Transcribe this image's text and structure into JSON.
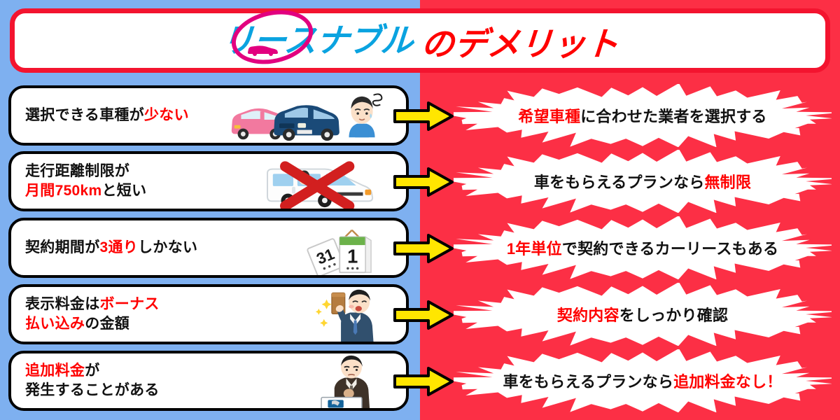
{
  "colors": {
    "left_bg": "#7eb0f0",
    "right_bg": "#fc2f45",
    "title_border": "#f3142f",
    "logo_blue": "#0aa3e0",
    "logo_pink": "#e2007f",
    "highlight_red": "#ff0000",
    "arrow_yellow": "#ffe600",
    "text_black": "#111111",
    "burst_white": "#ffffff"
  },
  "header": {
    "logo_text": "リースナブル",
    "logo_icon": "car-oval-logo",
    "suffix": "のデメリット",
    "full_title": "リースナブルのデメリット"
  },
  "rows": [
    {
      "id": "row-car-selection",
      "left": {
        "lines": [
          [
            {
              "t": "選択できる車種が",
              "hl": false
            },
            {
              "t": "少ない",
              "hl": true
            }
          ]
        ],
        "art": "two-cars-and-worried-man-illustration",
        "art_label": "ピンクの車・青い車・困った男性"
      },
      "arrow": "arrow-right-icon",
      "right": {
        "parts": [
          {
            "t": "希望車種",
            "hl": true
          },
          {
            "t": "に合わせた業者を選択する",
            "hl": false
          }
        ],
        "full": "希望車種に合わせた業者を選択する"
      }
    },
    {
      "id": "row-mileage-limit",
      "left": {
        "lines": [
          [
            {
              "t": "走行距離制限が",
              "hl": false
            }
          ],
          [
            {
              "t": "月間750km",
              "hl": true
            },
            {
              "t": "と短い",
              "hl": false
            }
          ]
        ],
        "art": "white-van-with-red-cross-illustration",
        "art_label": "白いバンに赤いバツ印"
      },
      "arrow": "arrow-right-icon",
      "right": {
        "parts": [
          {
            "t": "車をもらえるプランなら",
            "hl": false
          },
          {
            "t": "無制限",
            "hl": true
          }
        ],
        "full": "車をもらえるプランなら無制限"
      }
    },
    {
      "id": "row-contract-period",
      "left": {
        "lines": [
          [
            {
              "t": "契約期間が",
              "hl": false
            },
            {
              "t": "3通り",
              "hl": true
            },
            {
              "t": "しかない",
              "hl": false
            }
          ]
        ],
        "art": "calendar-illustration",
        "art_label": "カレンダー 1日と31日",
        "art_values": [
          "1",
          "31"
        ]
      },
      "arrow": "arrow-right-icon",
      "right": {
        "parts": [
          {
            "t": "1年単位",
            "hl": true
          },
          {
            "t": "で契約できるカーリースもある",
            "hl": false
          }
        ],
        "full": "1年単位で契約できるカーリースもある"
      }
    },
    {
      "id": "row-bonus-payment",
      "left": {
        "lines": [
          [
            {
              "t": "表示料金は",
              "hl": false
            },
            {
              "t": "ボーナス",
              "hl": true
            }
          ],
          [
            {
              "t": "払い込み",
              "hl": true
            },
            {
              "t": "の金額",
              "hl": false
            }
          ]
        ],
        "art": "businessman-with-bonus-envelope-illustration",
        "art_label": "ボーナス袋を掲げる男性"
      },
      "arrow": "arrow-right-icon",
      "right": {
        "parts": [
          {
            "t": "契約内容",
            "hl": true
          },
          {
            "t": "をしっかり確認",
            "hl": false
          }
        ],
        "full": "契約内容をしっかり確認"
      }
    },
    {
      "id": "row-extra-fees",
      "left": {
        "lines": [
          [
            {
              "t": "追加料金",
              "hl": true
            },
            {
              "t": "が",
              "hl": false
            }
          ],
          [
            {
              "t": "発生することがある",
              "hl": false
            }
          ]
        ],
        "art": "man-paying-at-counter-illustration",
        "art_label": "支払いをする男性"
      },
      "arrow": "arrow-right-icon",
      "right": {
        "parts": [
          {
            "t": "車をもらえるプランなら",
            "hl": false
          },
          {
            "t": "追加料金なし！",
            "hl": true
          }
        ],
        "full": "車をもらえるプランなら追加料金なし！"
      }
    }
  ]
}
